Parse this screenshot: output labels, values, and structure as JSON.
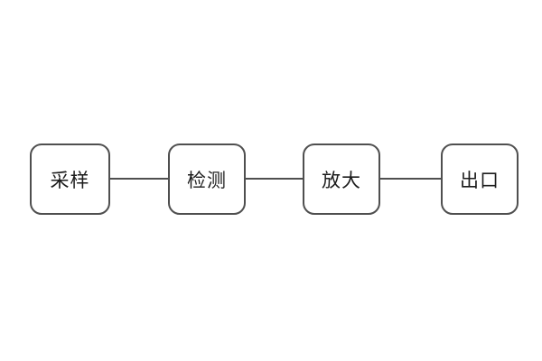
{
  "diagram": {
    "title": "signal-flow-block-diagram",
    "nodes": [
      {
        "label": "采样"
      },
      {
        "label": "检测"
      },
      {
        "label": "放大"
      },
      {
        "label": "出口"
      }
    ],
    "connections": [
      {
        "from": "采样",
        "to": "检测"
      },
      {
        "from": "检测",
        "to": "放大"
      },
      {
        "from": "放大",
        "to": "出口"
      }
    ],
    "colors": {
      "background": "#ffffff",
      "node_border": "#4f4f4f",
      "connector_line": "#4f4f4f",
      "text": "#1c1c1c"
    }
  }
}
